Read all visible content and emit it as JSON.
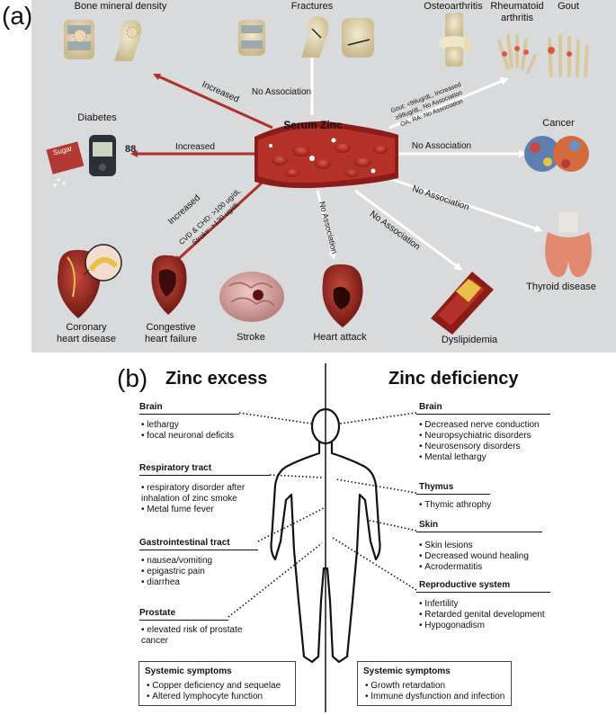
{
  "panel_a": {
    "label": "(a)",
    "center": "Serum Zinc",
    "outcomes": {
      "bone_mineral_density": "Bone mineral density",
      "fractures": "Fractures",
      "osteoarthritis": "Osteoarthritis",
      "rheumatoid_arthritis": "Rheumatoid\narthritis",
      "gout": "Gout",
      "diabetes": "Diabetes",
      "cancer": "Cancer",
      "thyroid_disease": "Thyroid disease",
      "coronary_heart_disease": "Coronary\nheart disease",
      "congestive_heart_failure": "Congestive\nheart failure",
      "stroke": "Stroke",
      "heart_attack": "Heart attack",
      "dyslipidemia": "Dyslipidemia"
    },
    "arrow_labels": {
      "bmd": "Increased",
      "fractures": "No Association",
      "diabetes": "Increased",
      "cancer": "No Association",
      "thyroid": "No Association",
      "dyslipidemia": "No Association",
      "heart_attack": "No Association",
      "chf": "Increased",
      "chf_note": "CVD & CHD: >100 ug/dL\nStroke: >120 ug/dL",
      "gout_note": "Gout: <99ug/dL, Increased\n≥99ug/dL, No Association\nOA, RA: No Association"
    },
    "glucometer_reading": "88",
    "sugar_packet": "Sugar",
    "colors": {
      "increased": "#b0302a",
      "no_association": "#ffffff",
      "background": "#d9dadb"
    }
  },
  "panel_b": {
    "label": "(b)",
    "excess_title": "Zinc excess",
    "deficiency_title": "Zinc deficiency",
    "excess": [
      {
        "title": "Brain",
        "items": [
          "lethargy",
          "focal neuronal deficits"
        ]
      },
      {
        "title": "Respiratory tract",
        "items": [
          "respiratory disorder after\ninhalation of zinc smoke",
          "Metal fume fever"
        ]
      },
      {
        "title": "Gastrointestinal tract",
        "items": [
          "nausea/vomiting",
          "epigastric pain",
          "diarrhea"
        ]
      },
      {
        "title": "Prostate",
        "items": [
          "elevated risk of prostate\ncancer"
        ]
      }
    ],
    "deficiency": [
      {
        "title": "Brain",
        "items": [
          "Decreased nerve conduction",
          "Neuropsychiatric disorders",
          "Neurosensory disorders",
          "Mental lethargy"
        ]
      },
      {
        "title": "Thymus",
        "items": [
          "Thymic athrophy"
        ]
      },
      {
        "title": "Skin",
        "items": [
          "Skin lesions",
          "Decreased wound healing",
          "Acrodermatitis"
        ]
      },
      {
        "title": "Reproductive system",
        "items": [
          "Infertility",
          "Retarded genital development",
          "Hypogonadism"
        ]
      }
    ],
    "excess_systemic": {
      "title": "Systemic symptoms",
      "items": [
        "Copper deficiency and sequelae",
        "Altered lymphocyte function"
      ]
    },
    "deficiency_systemic": {
      "title": "Systemic symptoms",
      "items": [
        "Growth retardation",
        "Immune dysfunction and infection"
      ]
    }
  }
}
